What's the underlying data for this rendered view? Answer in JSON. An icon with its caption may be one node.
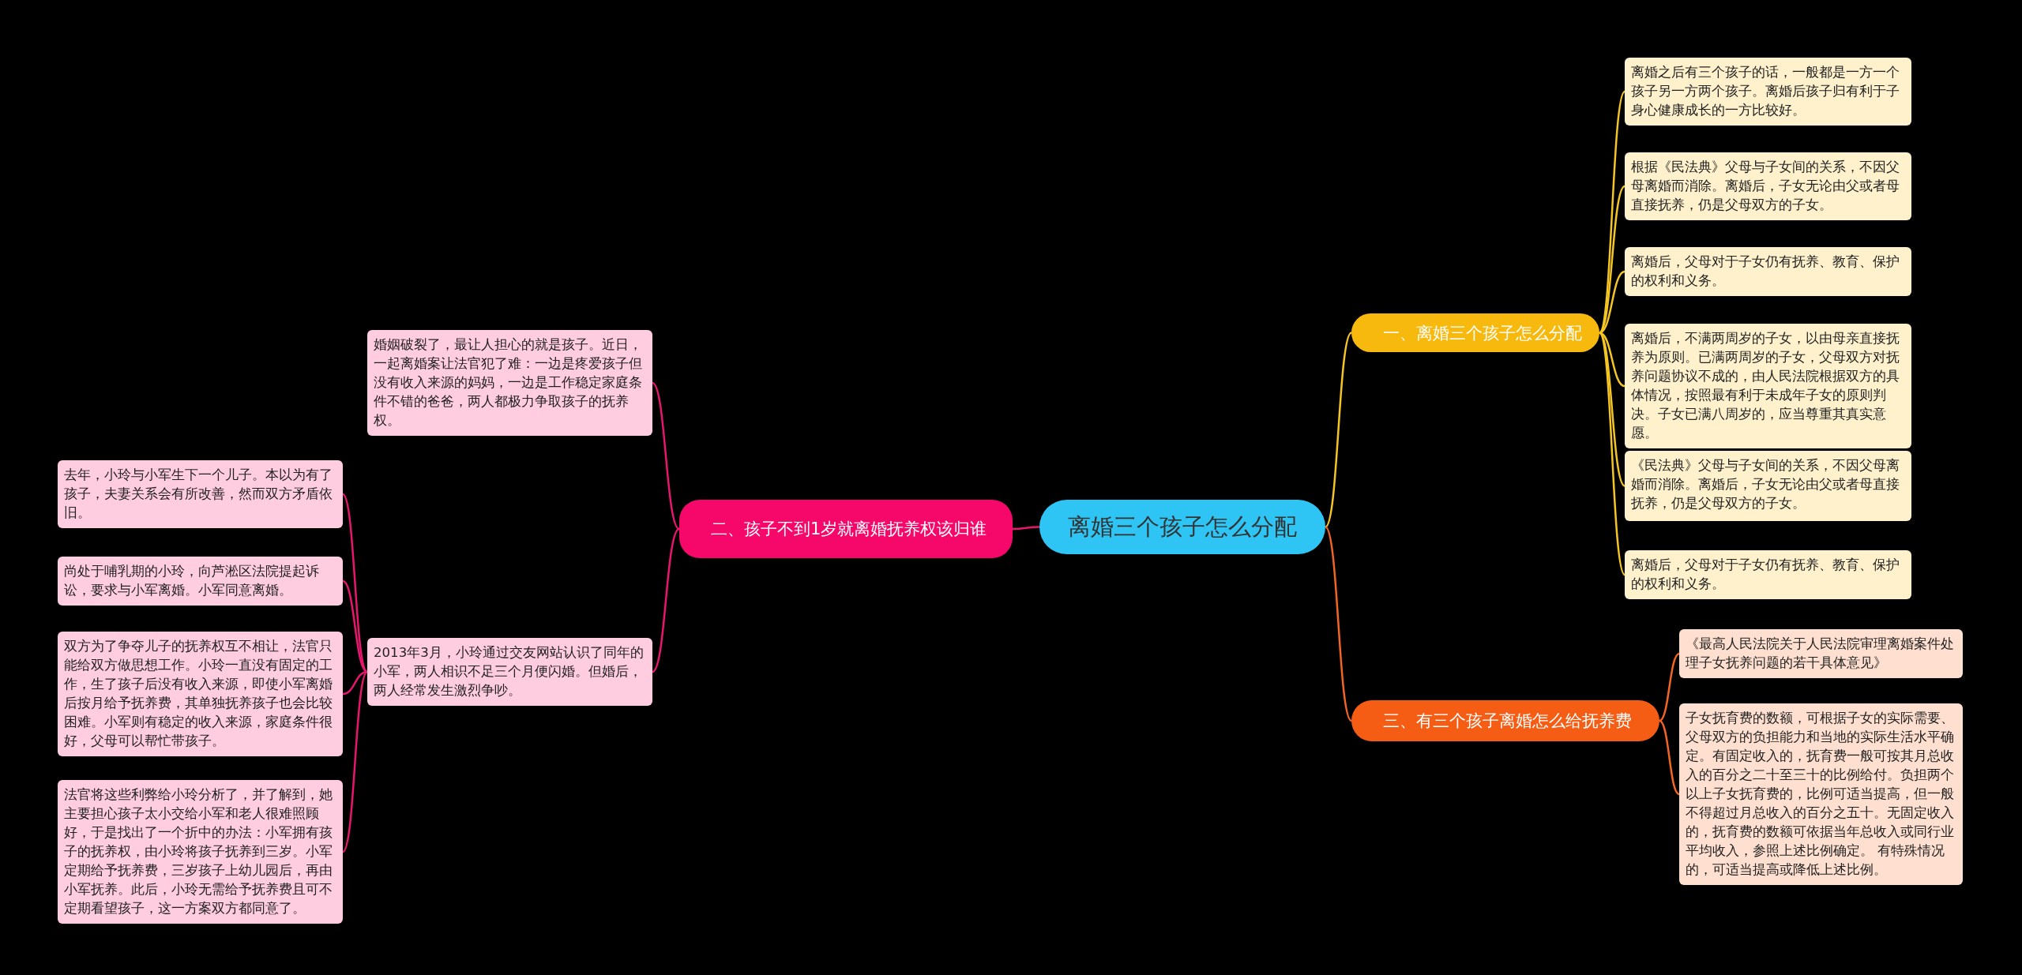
{
  "diagram": {
    "nodes": [
      {
        "text": [
          "离婚三个孩子怎么分配"
        ]
      },
      {
        "text": [
          "一、离婚三个孩子怎么分配"
        ]
      },
      {
        "text": [
          "离婚之后有三个孩子的话，一般都是一方一个孩子另一方两个孩子。离婚后孩子归有利于子身心健康成长的一方比较好。"
        ]
      },
      {
        "text": [
          "根据《民法典》父母与子女间的关系，不因父母离婚而消除。离婚后，子女无论由父或者母直接抚养，仍是父母双方的子女。"
        ]
      },
      {
        "text": [
          "离婚后，父母对于子女仍有抚养、教育、保护的权利和义务。"
        ]
      },
      {
        "text": [
          "离婚后，不满两周岁的子女，以由母亲直接抚养为原则。已满两周岁的子女，父母双方对抚养问题协议不成的，由人民法院根据双方的具体情况，按照最有利于未成年子女的原则判决。子女已满八周岁的，应当尊重其真实意愿。"
        ]
      },
      {
        "text": [
          "《民法典》父母与子女间的关系，不因父母离婚而消除。离婚后，子女无论由父或者母直接抚养，仍是父母双方的子女。"
        ]
      },
      {
        "text": [
          "离婚后，父母对于子女仍有抚养、教育、保护的权利和义务。"
        ]
      },
      {
        "text": [
          "二、孩子不到1岁就离婚抚养权该归谁"
        ]
      },
      {
        "text": [
          "婚姻破裂了，最让人担心的就是孩子。近日，一起离婚案让法官犯了难：一边是疼爱孩子但没有收入来源的妈妈，一边是工作稳定家庭条件不错的爸爸，两人都极力争取孩子的抚养权。"
        ]
      },
      {
        "text": [
          "2013年3月，小玲通过交友网站认识了同年的小军，两人相识不足三个月便闪婚。但婚后，两人经常发生激烈争吵。"
        ]
      },
      {
        "text": [
          "去年，小玲与小军生下一个儿子。本以为有了孩子，夫妻关系会有所改善，然而双方矛盾依旧。"
        ]
      },
      {
        "text": [
          "尚处于哺乳期的小玲，向芦淞区法院提起诉讼，要求与小军离婚。小军同意离婚。"
        ]
      },
      {
        "text": [
          "双方为了争夺儿子的抚养权互不相让，法官只能给双方做思想工作。小玲一直没有固定的工作，生了孩子后没有收入来源，即使小军离婚后按月给予抚养费，其单独抚养孩子也会比较困难。小军则有稳定的收入来源，家庭条件很好，父母可以帮忙带孩子。"
        ]
      },
      {
        "text": [
          "法官将这些利弊给小玲分析了，并了解到，她主要担心孩子太小交给小军和老人很难照顾好，于是找出了一个折中的办法：小军拥有孩子的抚养权，由小玲将孩子抚养到三岁。小军定期给予抚养费，三岁孩子上幼儿园后，再由小军抚养。此后，小玲无需给予抚养费且可不定期看望孩子，这一方案双方都同意了。"
        ]
      },
      {
        "text": [
          "三、有三个孩子离婚怎么给抚养费"
        ]
      },
      {
        "text": [
          "《最高人民法院关于人民法院审理离婚案件处理子女抚养问题的若干具体意见》"
        ]
      },
      {
        "text": [
          "子女抚育费的数额，可根据子女的实际需要、父母双方的负担能力和当地的实际生活水平确定。有固定收入的，抚育费一般可按其月总收入的百分之二十至三十的比例给付。负担两个以上子女抚育费的，比例可适当提高，但一般不得超过月总收入的百分之五十。无固定收入的，抚育费的数额可依据当年总收入或同行业平均收入，参照上述比例确定。 有特殊情况的，可适当提高或降低上述比例。"
        ]
      }
    ],
    "edges": [
      {
        "from": 0,
        "to": 1,
        "arrow": "none",
        "color": "#f5c623"
      },
      {
        "from": 1,
        "to": 2,
        "arrow": "none",
        "color": "#f5c623"
      },
      {
        "from": 1,
        "to": 3,
        "arrow": "none",
        "color": "#f5c623"
      },
      {
        "from": 1,
        "to": 4,
        "arrow": "none",
        "color": "#f5c623"
      },
      {
        "from": 1,
        "to": 5,
        "arrow": "none",
        "color": "#f5c623"
      },
      {
        "from": 1,
        "to": 6,
        "arrow": "none",
        "color": "#f5c623"
      },
      {
        "from": 1,
        "to": 7,
        "arrow": "none",
        "color": "#f5c623"
      },
      {
        "from": 0,
        "to": 8,
        "arrow": "none",
        "color": "#e8166e"
      },
      {
        "from": 8,
        "to": 9,
        "arrow": "none",
        "color": "#e8166e"
      },
      {
        "from": 8,
        "to": 10,
        "arrow": "none",
        "color": "#e8166e"
      },
      {
        "from": 10,
        "to": 11,
        "arrow": "none",
        "color": "#e8166e"
      },
      {
        "from": 10,
        "to": 12,
        "arrow": "none",
        "color": "#e8166e"
      },
      {
        "from": 10,
        "to": 13,
        "arrow": "none",
        "color": "#e8166e"
      },
      {
        "from": 10,
        "to": 14,
        "arrow": "none",
        "color": "#e8166e"
      },
      {
        "from": 0,
        "to": 15,
        "arrow": "none",
        "color": "#f26522"
      },
      {
        "from": 15,
        "to": 16,
        "arrow": "none",
        "color": "#f26522"
      },
      {
        "from": 15,
        "to": 17,
        "arrow": "none",
        "color": "#f26522"
      }
    ]
  }
}
